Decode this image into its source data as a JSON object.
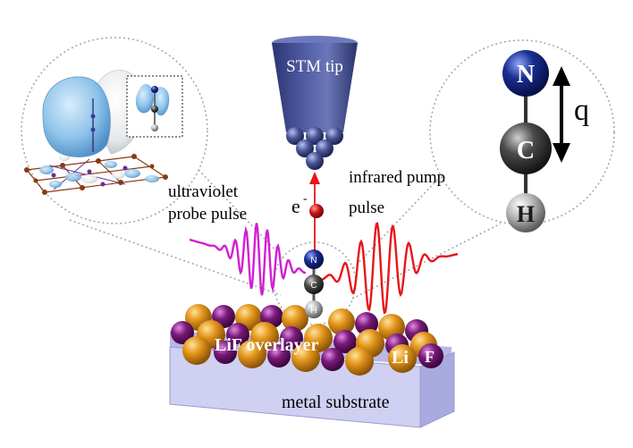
{
  "labels": {
    "stm_tip": "STM tip",
    "electron": "e",
    "electron_sup": "-",
    "uv_line1": "ultraviolet",
    "uv_line2": "probe pulse",
    "ir_line1": "infrared pump",
    "ir_line2": "pulse",
    "overlayer": "LiF overlayer",
    "li": "Li",
    "f": "F",
    "substrate": "metal substrate",
    "coordinate": "q"
  },
  "molecule_atoms": [
    "N",
    "C",
    "H"
  ],
  "zoom_atoms": [
    "N",
    "C",
    "H"
  ],
  "colors": {
    "tip": "#4a5696",
    "substrate": "#cfd0f2",
    "li_atom": "#e3951a",
    "f_atom": "#7a1a7a",
    "uv_pulse": "#d21ed2",
    "ir_pulse": "#e8151c",
    "nitrogen": "#1a2e8f",
    "carbon": "#4a4a4a",
    "hydrogen": "#a8a8a8",
    "orbital": "#8ec3ea"
  }
}
